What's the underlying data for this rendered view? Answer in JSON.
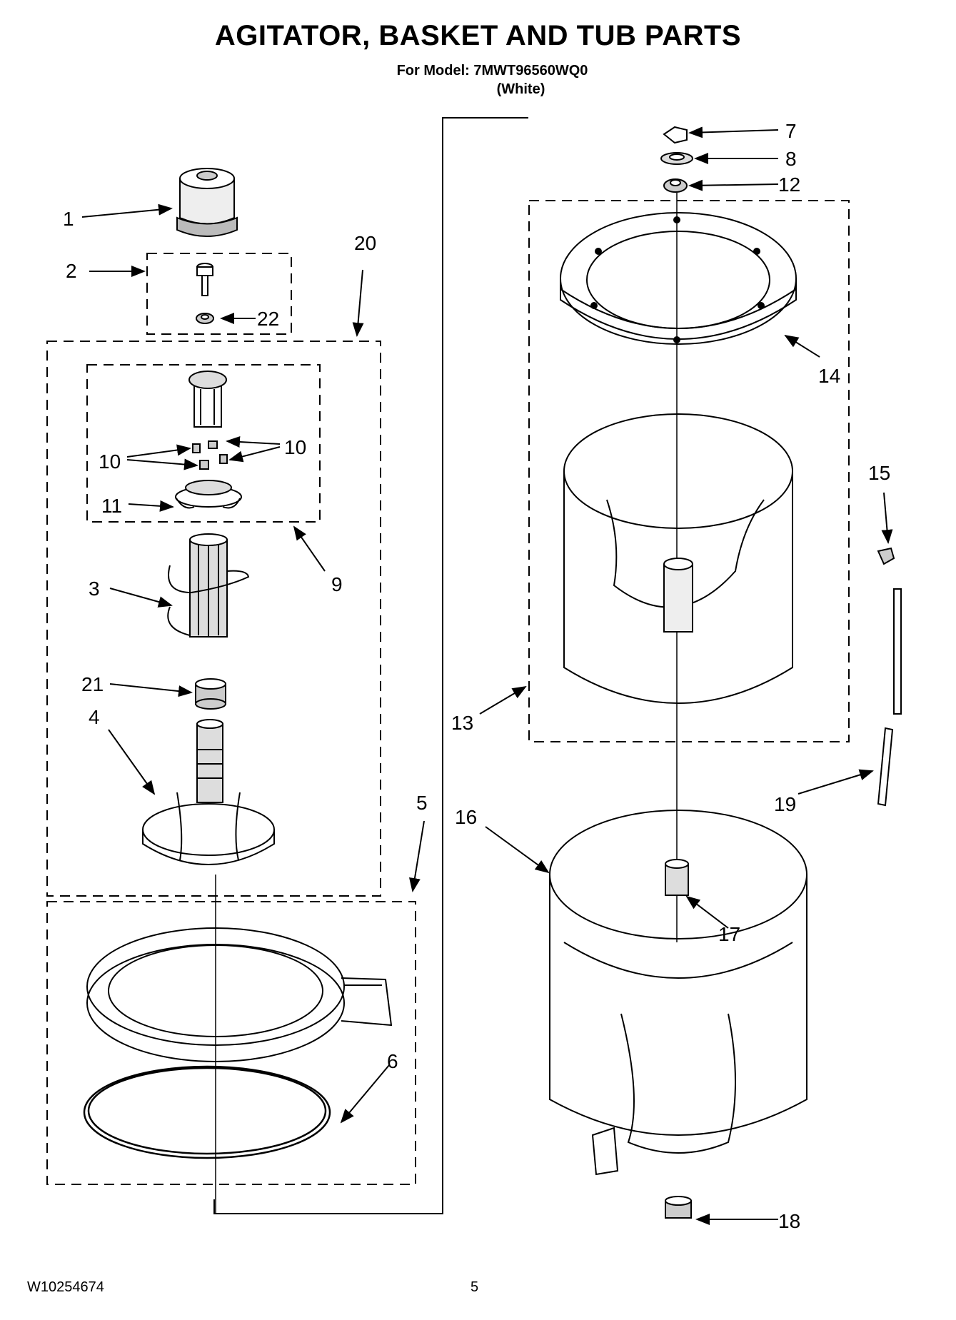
{
  "header": {
    "title": "AGITATOR, BASKET AND TUB PARTS",
    "model_line": "For Model: 7MWT96560WQ0",
    "color_line": "(White)"
  },
  "callouts": {
    "c1": "1",
    "c2": "2",
    "c3": "3",
    "c4": "4",
    "c5": "5",
    "c6": "6",
    "c7": "7",
    "c8": "8",
    "c9": "9",
    "c10a": "10",
    "c10b": "10",
    "c11": "11",
    "c12": "12",
    "c13": "13",
    "c14": "14",
    "c15": "15",
    "c16": "16",
    "c17": "17",
    "c18": "18",
    "c19": "19",
    "c20": "20",
    "c21": "21",
    "c22": "22"
  },
  "footer": {
    "doc_number": "W10254674",
    "page_number": "5"
  }
}
